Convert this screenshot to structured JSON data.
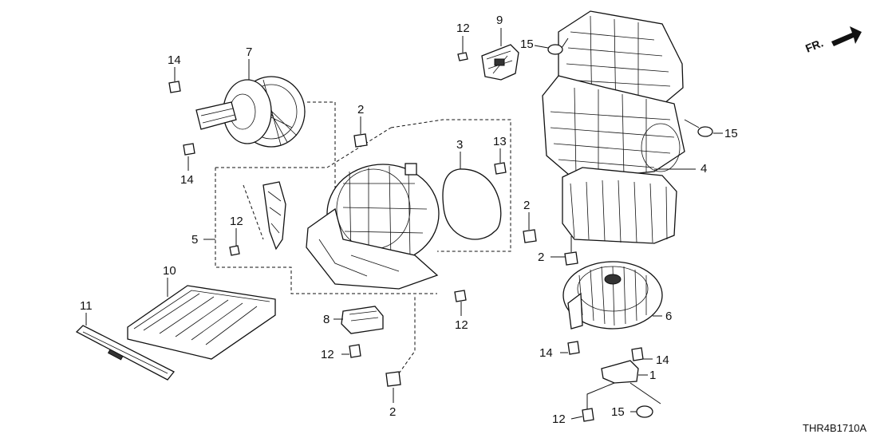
{
  "diagram": {
    "code": "THR4B1710A",
    "direction_label": "FR.",
    "callouts": {
      "c1": "1",
      "c2a": "2",
      "c2b": "2",
      "c2c": "2",
      "c2d": "2",
      "c3": "3",
      "c4": "4",
      "c5": "5",
      "c6": "6",
      "c7": "7",
      "c8": "8",
      "c9": "9",
      "c10": "10",
      "c11": "11",
      "c12a": "12",
      "c12b": "12",
      "c12c": "12",
      "c12d": "12",
      "c12e": "12",
      "c13": "13",
      "c14a": "14",
      "c14b": "14",
      "c14c": "14",
      "c14d": "14",
      "c15a": "15",
      "c15b": "15",
      "c15c": "15"
    }
  }
}
